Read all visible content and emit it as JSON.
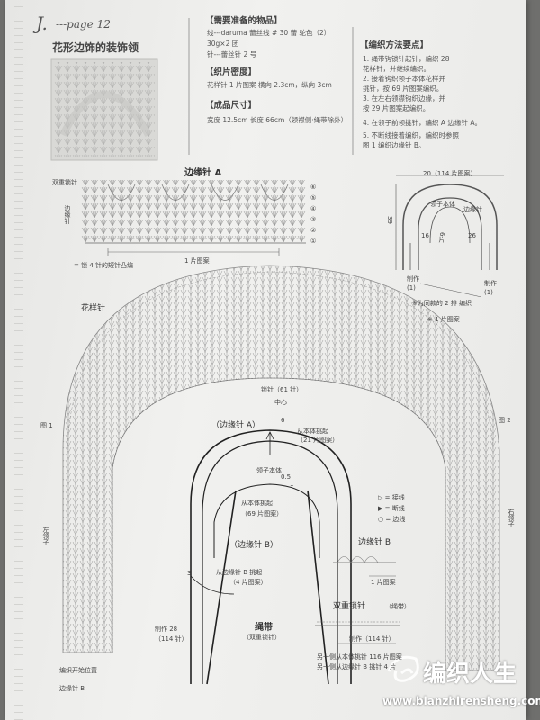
{
  "header": {
    "initial": "J.",
    "page": "---page 12",
    "title": "花形边饰的装饰领"
  },
  "materials": {
    "heading": "【需要准备的物品】",
    "line1": "线---daruma 蕾丝线 # 30 蕾  驼色（2）",
    "line2": "30g×2 团",
    "line3": "针---蕾丝针 2 号"
  },
  "gauge": {
    "heading": "【织片密度】",
    "line1": "花样针 1 片图案  横向 2.3cm，纵向 3cm"
  },
  "size": {
    "heading": "【成品尺寸】",
    "line1": "宽度 12.5cm  长度 66cm（领襟侧·绳带除外）"
  },
  "method": {
    "heading": "【编织方法要点】",
    "steps": [
      "1. 绳带钩锁针起针，编织 28",
      "    花样针，并继续编织。",
      "2. 接着钩织领子本体花样并",
      "    挑针，按 69 片图案编织。",
      "3. 在左右领襟钩织边缘，并",
      "    按 29 片图案起编织。",
      "4. 在领子前领挑针，编织 A 边缘针 A。",
      "5. 不断线接着编织，编织时参照",
      "    图 1 编织边缘针 B。"
    ]
  },
  "edge_a": {
    "title": "边缘针 A",
    "left_label": "双重锁针",
    "side_label": "边缘针",
    "legend": "= 锁 4 针的短针凸编",
    "repeat": "1 片图案",
    "circled_rows": [
      "⑥",
      "⑤",
      "④",
      "③",
      "②",
      "①"
    ]
  },
  "schematic": {
    "top_width": "20（114 片图案）",
    "height": "39",
    "label_body": "领子本体",
    "label_edge": "边缘针",
    "left_num": "16",
    "left_num_unit": "6片",
    "right_num": "26",
    "start_left": "制作",
    "start_left_num": "(1)",
    "start_right": "制作",
    "start_right_num": "(1)",
    "note1": "※为同款的 2 排 编织",
    "note2": "※ 1 片图案"
  },
  "main": {
    "pattern_label": "花样针",
    "chain_label": "锁针（61 针）",
    "center": "中心",
    "fig1": "图 1",
    "fig2": "图 2",
    "left_collar": "左领子",
    "right_collar_side": "右领子",
    "edge_a_top": "（边缘针 A）",
    "from_body": "从本体挑起",
    "from_body_count": "（21 片图案）",
    "body": "领子本体",
    "from_body2": "从本体挑起",
    "from_body2_count": "（69 片图案）",
    "edge_b_mid": "（边缘针 B）",
    "from_edge": "从边缘针 B 挑起",
    "from_edge_count": "（4 片图案）",
    "cord": "绳带",
    "cord_sub": "（双重锁针）",
    "make": "制作 28",
    "make_count": "（114 针）",
    "dim_6": "6",
    "dim_05": "0.5",
    "dim_1": "1",
    "dim_3": "3",
    "bottom_left1": "编织开始位置",
    "bottom_left2": "边缘针 B"
  },
  "legend": {
    "add": "▷ = 接线",
    "cut": "▶ = 断线",
    "join": "○ = 边线"
  },
  "edge_b": {
    "title": "边缘针 B",
    "repeat": "1 片图案"
  },
  "double_chain": {
    "title": "双重锁针",
    "sub": "（绳带）",
    "count": "制作（114 针）",
    "note1": "另一侧从本体挑针 116 片图案",
    "note2": "另一侧从边缘针 B 挑针 4 片"
  },
  "watermark": {
    "brand": "编织人生",
    "url": "www.bianzhirensheng.com"
  }
}
